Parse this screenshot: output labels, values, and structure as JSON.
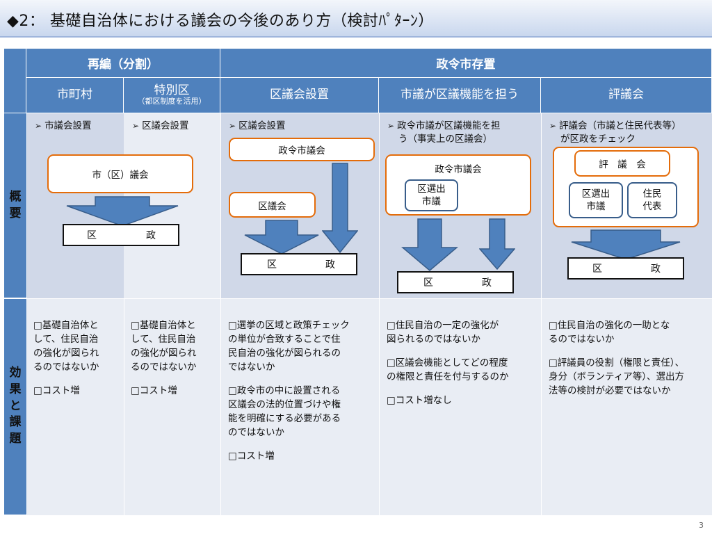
{
  "title": "◆2： 基礎自治体における議会の今後のあり方（検討ﾊﾟﾀｰﾝ）",
  "header": {
    "group1": "再編（分割）",
    "group2": "政令市存置",
    "col1": "市町村",
    "col2_main": "特別区",
    "col2_sub": "（都区制度を活用）",
    "col3": "区議会設置",
    "col4": "市議が区議機能を担う",
    "col5": "評議会"
  },
  "row_labels": {
    "overview": "概\n要",
    "effects": "効\n果\nと\n課\n題"
  },
  "overview": {
    "col1_bullet": "市議会設置",
    "col1_box": "市（区）議会",
    "col2_bullet": "区議会設置",
    "col12_ku": "区",
    "col12_sei": "政",
    "col3_bullet": "区議会設置",
    "col3_city": "政令市議会",
    "col3_ward": "区議会",
    "col3_ku": "区",
    "col3_sei": "政",
    "col4_bullet_l1": "政令市議が区議機能を担",
    "col4_bullet_l2": "う（事実上の区議会）",
    "col4_city": "政令市議会",
    "col4_inner": "区選出\n市議",
    "col4_ku": "区",
    "col4_sei": "政",
    "col5_bullet_l1": "評議会（市議と住民代表等）",
    "col5_bullet_l2": "が区政をチェック",
    "col5_council": "評　議　会",
    "col5_inner1": "区選出\n市議",
    "col5_inner2": "住民\n代表",
    "col5_ku": "区",
    "col5_sei": "政"
  },
  "effects": {
    "col1": [
      "□基礎自治体と\nして、住民自治\nの強化が図られ\nるのではないか",
      "□コスト増"
    ],
    "col2": [
      "□基礎自治体と\nして、住民自治\nの強化が図られ\nるのではないか",
      "□コスト増"
    ],
    "col3": [
      "□選挙の区域と政策チェック\nの単位が合致することで住\n民自治の強化が図られるの\nではないか",
      "□政令市の中に設置される\n区議会の法的位置づけや権\n能を明確にする必要がある\nのではないか",
      "□コスト増"
    ],
    "col4": [
      "□住民自治の一定の強化が\n図られるのではないか",
      "□区議会機能としてどの程度\nの権限と責任を付与するのか",
      "□コスト増なし"
    ],
    "col5": [
      "□住民自治の強化の一助とな\nるのではないか",
      "□評議員の役割（権限と責任）、\n身分（ボランティア等）、選出方\n法等の検討が必要ではないか"
    ]
  },
  "page_number": "3",
  "colors": {
    "header_blue": "#4f81bd",
    "orange": "#e46c0a",
    "dark_blue": "#385d8a"
  }
}
